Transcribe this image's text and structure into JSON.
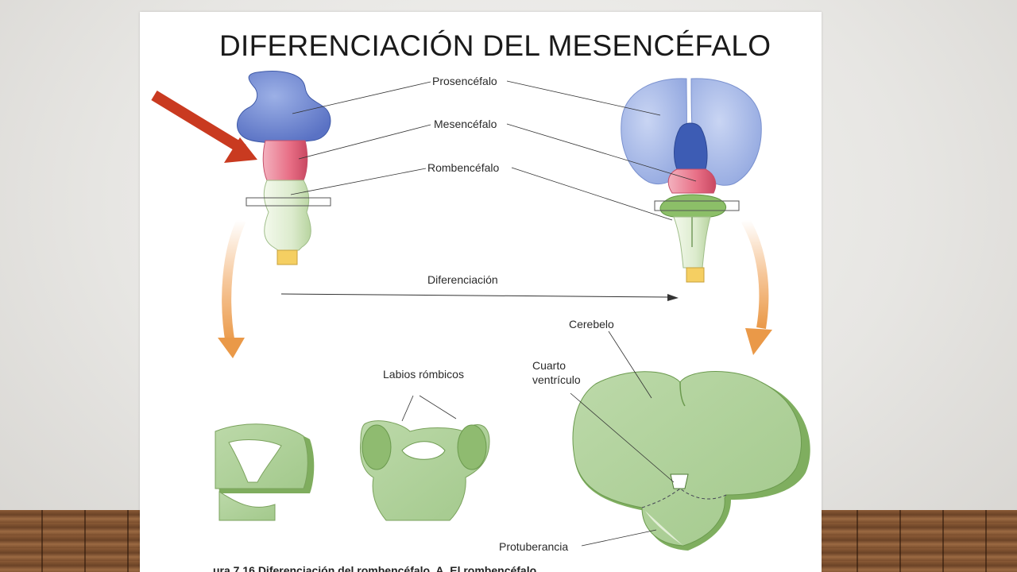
{
  "slide": {
    "title": "DIFERENCIACIÓN DEL MESENCÉFALO"
  },
  "figure": {
    "labels": {
      "prosencefalo": "Prosencéfalo",
      "mesencefalo": "Mesencéfalo",
      "rombencefalo": "Rombencéfalo",
      "diferenciacion": "Diferenciación",
      "cerebelo": "Cerebelo",
      "cuarto_ventriculo_1": "Cuarto",
      "cuarto_ventriculo_2": "ventrículo",
      "labios_rombicos": "Labios rómbicos",
      "protuberancia": "Protuberancia"
    },
    "caption": "ura 7.16    Diferenciación del rombencéfalo. A. El rombencéfalo"
  },
  "colors": {
    "prosencefalo": "#5f78c8",
    "mesencefalo": "#ec7f92",
    "rombencefalo": "#dfeed2",
    "tissue": "#b7d6a3",
    "arrow": "#c93a20",
    "orange_arrow": "#ea9948"
  }
}
